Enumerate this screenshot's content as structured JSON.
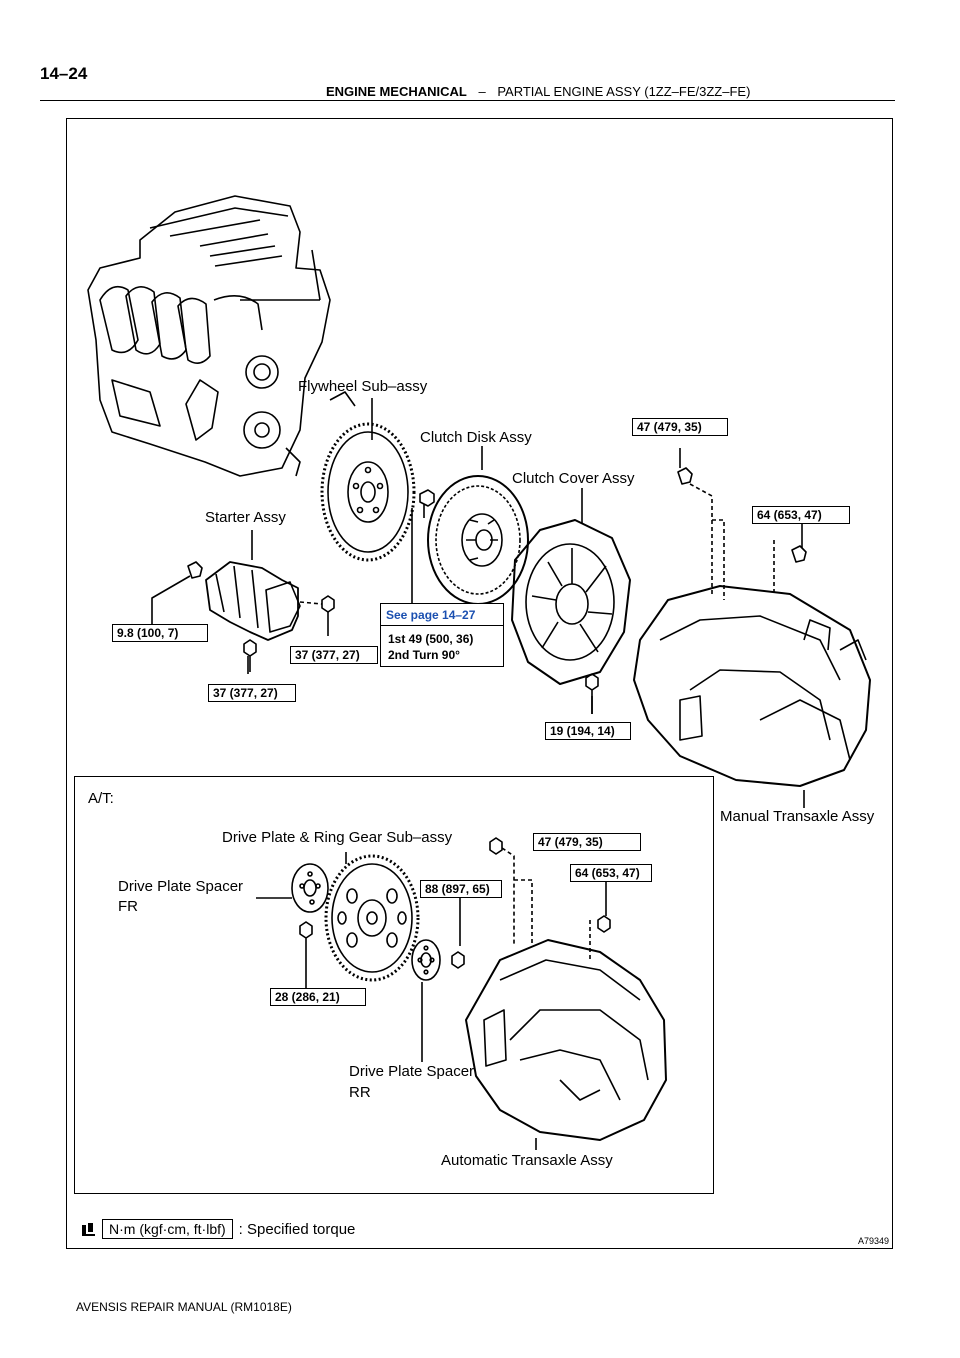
{
  "header": {
    "page_number": "14–24",
    "section": "ENGINE MECHANICAL",
    "separator": "–",
    "subsection": "PARTIAL ENGINE ASSY (1ZZ–FE/3ZZ–FE)"
  },
  "parts": {
    "flywheel": "Flywheel Sub–assy",
    "clutch_disk": "Clutch Disk Assy",
    "clutch_cover": "Clutch Cover Assy",
    "starter": "Starter Assy",
    "manual_transaxle": "Manual Transaxle Assy",
    "drive_plate_ring_gear": "Drive Plate & Ring Gear Sub–assy",
    "drive_plate_spacer_fr_1": "Drive Plate Spacer",
    "drive_plate_spacer_fr_2": "FR",
    "drive_plate_spacer_rr_1": "Drive Plate Spacer",
    "drive_plate_spacer_rr_2": "RR",
    "automatic_transaxle": "Automatic Transaxle Assy"
  },
  "torques": {
    "mt_top_bolt": "47 (479, 35)",
    "mt_side_bolt": "64 (653, 47)",
    "starter_upper_left": "9.8 (100, 7)",
    "starter_right": "37 (377, 27)",
    "starter_lower": "37 (377, 27)",
    "clutch_cover_bolt": "19 (194, 14)",
    "at_top_bolt": "47 (479, 35)",
    "at_side_bolt": "64 (653, 47)",
    "drive_plate_bolt": "88 (897, 65)",
    "drive_plate_spacer_bolt": "28 (286, 21)"
  },
  "flywheel_note": {
    "reference": "See page 14–27",
    "line1": "1st 49 (500, 36)",
    "line2": "2nd Turn 90°"
  },
  "at_section_label": "A/T:",
  "legend": {
    "unit_box": "N·m (kgf·cm, ft·lbf)",
    "text": ": Specified torque",
    "icon": "torque-wrench-icon"
  },
  "image_id": "A79349",
  "footer": "AVENSIS REPAIR MANUAL   (RM1018E)"
}
